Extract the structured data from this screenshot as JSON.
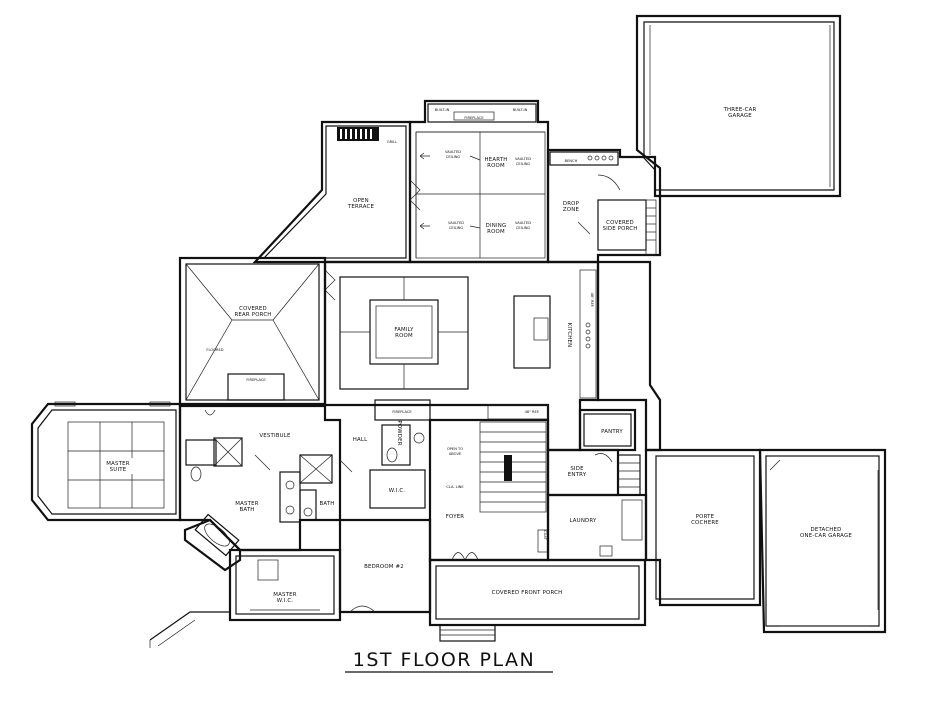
{
  "title": "1ST FLOOR PLAN",
  "rooms": {
    "three_car_garage": [
      "THREE-CAR",
      "GARAGE"
    ],
    "open_terrace": [
      "OPEN",
      "TERRACE"
    ],
    "hearth_room": [
      "HEARTH",
      "ROOM"
    ],
    "dining_room": [
      "DINING",
      "ROOM"
    ],
    "drop_zone": [
      "DROP",
      "ZONE"
    ],
    "covered_side_porch": [
      "COVERED",
      "SIDE PORCH"
    ],
    "covered_rear_porch": [
      "COVERED",
      "REAR PORCH"
    ],
    "family_room": [
      "FAMILY",
      "ROOM"
    ],
    "kitchen": "KITCHEN",
    "master_suite": [
      "MASTER",
      "SUITE"
    ],
    "vestibule": "VESTIBULE",
    "hall": "HALL",
    "powder": "POWDER",
    "pantry": "PANTRY",
    "side_entry": [
      "SIDE",
      "ENTRY"
    ],
    "master_bath": [
      "MASTER",
      "BATH"
    ],
    "bath": "BATH",
    "wic": "W.I.C.",
    "foyer": "FOYER",
    "laundry": "LAUNDRY",
    "porte_cochere": [
      "PORTE",
      "COCHERE"
    ],
    "detached_garage": [
      "DETACHED",
      "ONE-CAR GARAGE"
    ],
    "bedroom_2": "BEDROOM #2",
    "covered_front_porch": "COVERED FRONT PORCH",
    "master_wic": [
      "MASTER",
      "W.I.C."
    ]
  },
  "notes": {
    "built_in_left": "BUILT-IN",
    "fireplace": "FIREPLACE",
    "built_in_right": "BUILT-IN",
    "vaulted_ceiling": [
      "VAULTED",
      "CEILING"
    ],
    "grill": "GRILL",
    "bench": "BENCH",
    "fireplace_2": "FIREPLACE",
    "ref": "48\" REF.",
    "open_to_above": [
      "OPEN TO",
      "ABOVE"
    ],
    "cla": "CLA. LINE",
    "covered_dim": "COVERED",
    "floored": "FLOORED",
    "coat": "COAT"
  }
}
